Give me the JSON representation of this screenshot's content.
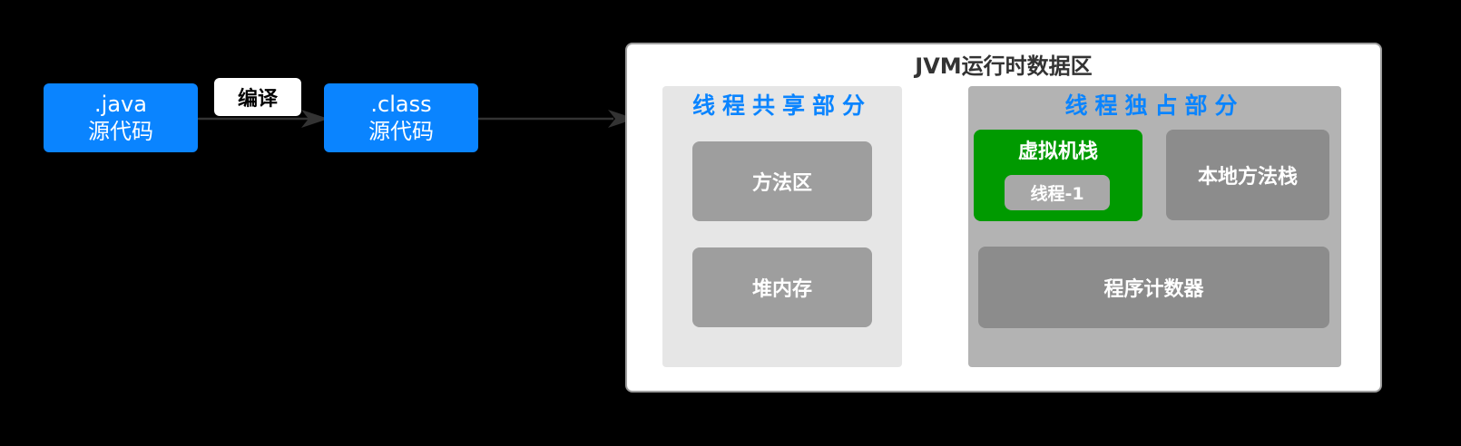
{
  "source_java": {
    "line1": ".java",
    "line2": "源代码"
  },
  "compile_label": "编译",
  "source_class": {
    "line1": ".class",
    "line2": "源代码"
  },
  "jvm": {
    "title": "JVM运行时数据区",
    "shared": {
      "title": "线程共享部分",
      "method_area": "方法区",
      "heap": "堆内存"
    },
    "private": {
      "title": "线程独占部分",
      "vm_stack": "虚拟机栈",
      "thread": "线程-1",
      "native_stack": "本地方法栈",
      "pc_counter": "程序计数器"
    }
  },
  "colors": {
    "background": "#000000",
    "blue": "#0a84ff",
    "green": "#009a00",
    "arrow": "#333333"
  }
}
